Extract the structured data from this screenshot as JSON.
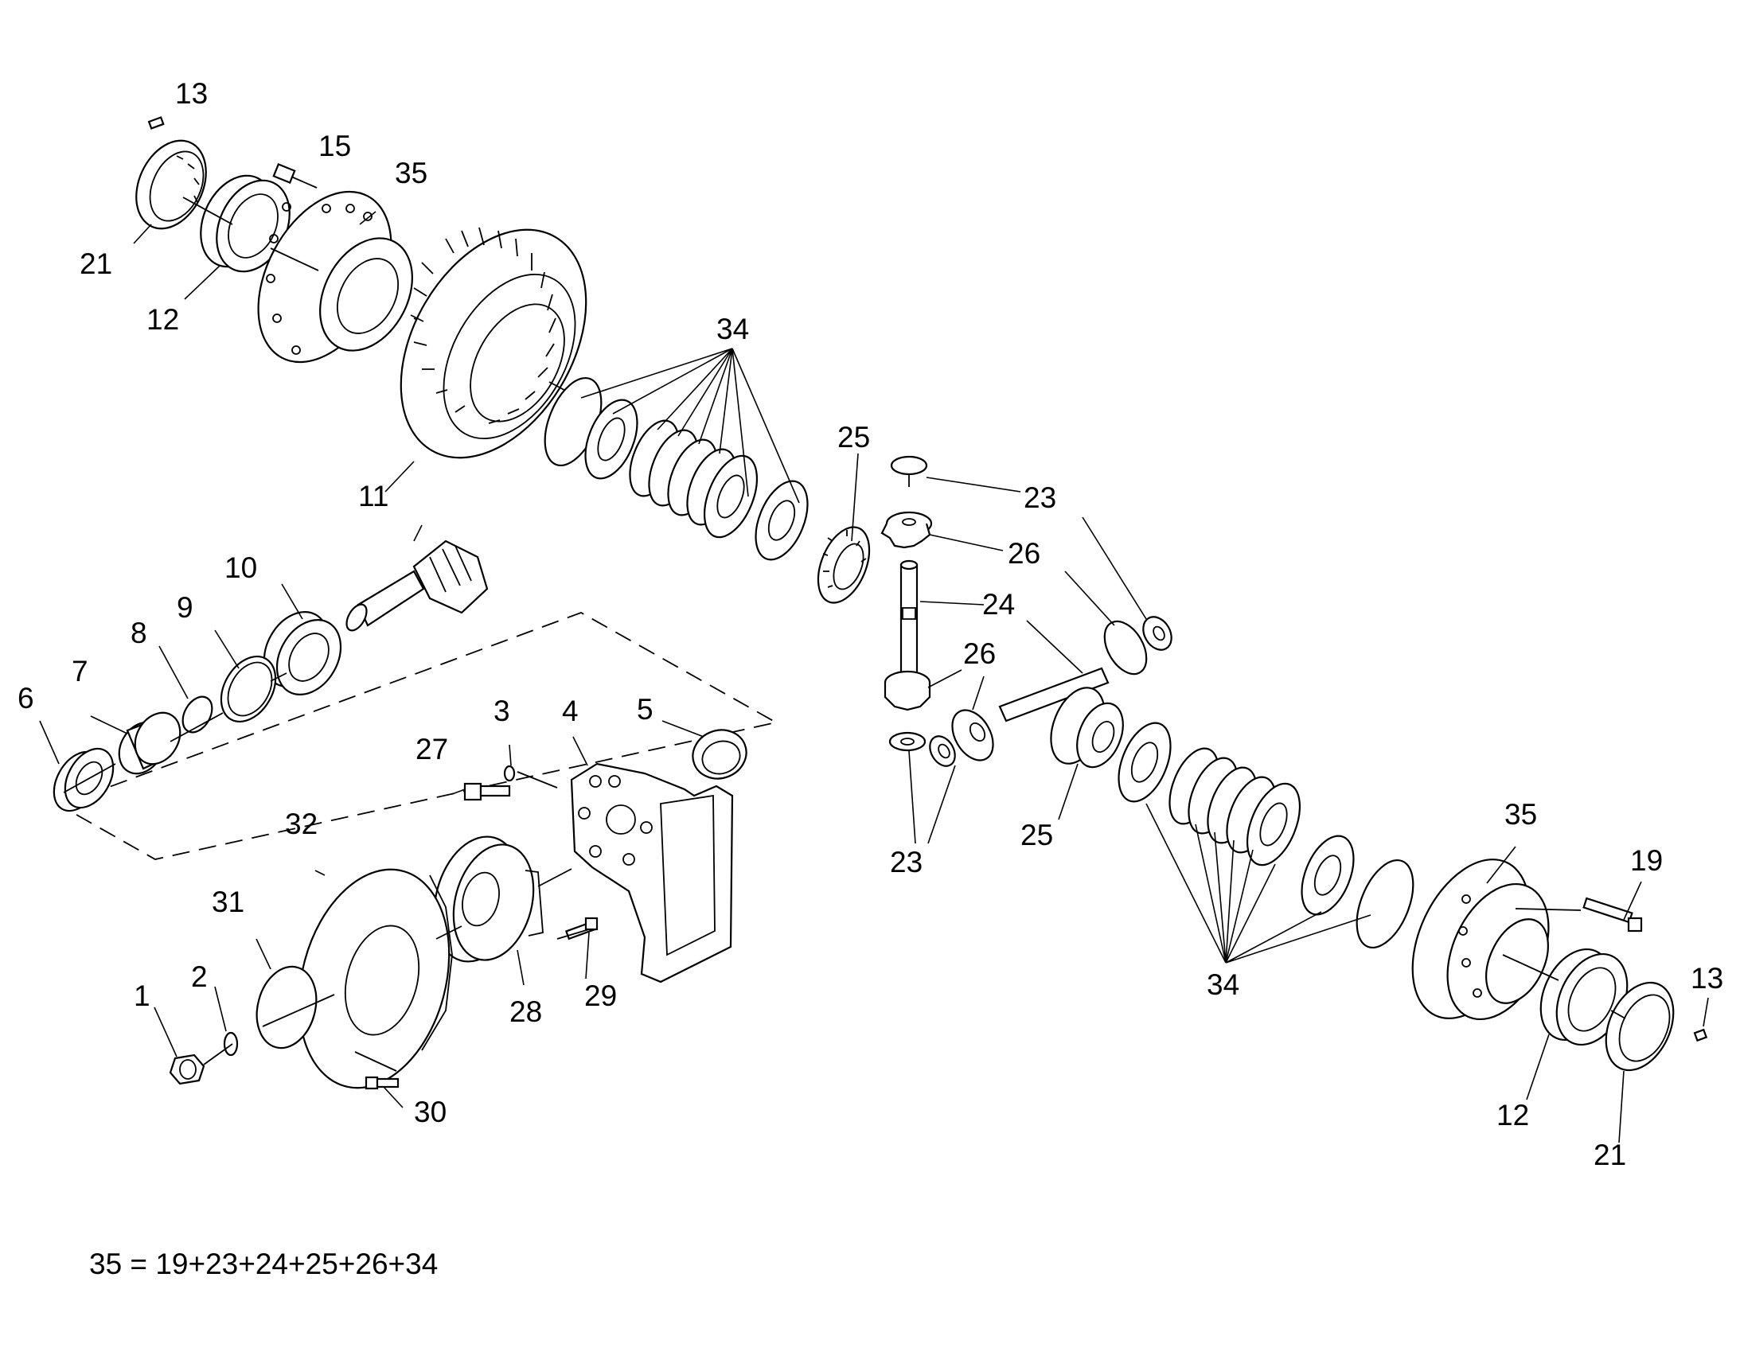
{
  "diagram": {
    "labels": {
      "p1": "1",
      "p2": "2",
      "p3": "3",
      "p4": "4",
      "p5": "5",
      "p6": "6",
      "p7": "7",
      "p8": "8",
      "p9": "9",
      "p10": "10",
      "p11": "11",
      "p12a": "12",
      "p12b": "12",
      "p13a": "13",
      "p13b": "13",
      "p15": "15",
      "p19": "19",
      "p21a": "21",
      "p21b": "21",
      "p23a": "23",
      "p23b": "23",
      "p24": "24",
      "p25a": "25",
      "p25b": "25",
      "p26a": "26",
      "p26b": "26",
      "p27": "27",
      "p28": "28",
      "p29": "29",
      "p30": "30",
      "p31": "31",
      "p32": "32",
      "p34a": "34",
      "p34b": "34",
      "p35a": "35",
      "p35b": "35"
    },
    "note": "35 = 19+23+24+25+26+34"
  }
}
